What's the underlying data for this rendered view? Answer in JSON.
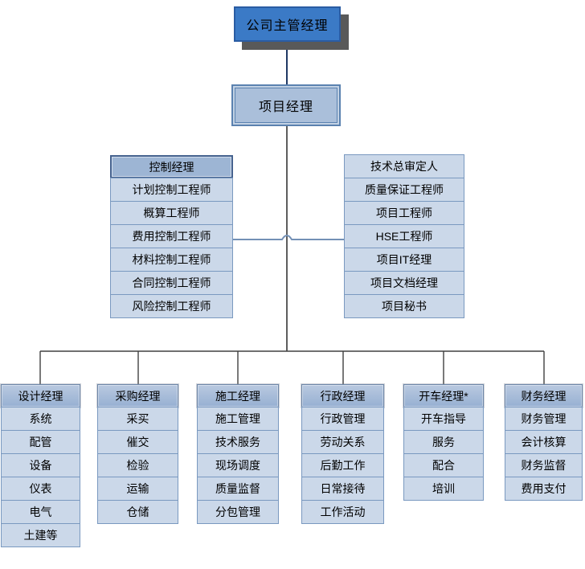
{
  "chart": {
    "top_manager": "公司主管经理",
    "project_manager": "项目经理",
    "control": {
      "header": "控制经理",
      "items": [
        "计划控制工程师",
        "概算工程师",
        "费用控制工程师",
        "材料控制工程师",
        "合同控制工程师",
        "风险控制工程师"
      ]
    },
    "staff": {
      "items": [
        "技术总审定人",
        "质量保证工程师",
        "项目工程师",
        "HSE工程师",
        "项目IT经理",
        "项目文档经理",
        "项目秘书"
      ]
    },
    "departments": [
      {
        "header": "设计经理",
        "items": [
          "系统",
          "配管",
          "设备",
          "仪表",
          "电气",
          "土建等"
        ]
      },
      {
        "header": "采购经理",
        "items": [
          "采买",
          "催交",
          "检验",
          "运输",
          "仓储"
        ]
      },
      {
        "header": "施工经理",
        "items": [
          "施工管理",
          "技术服务",
          "现场调度",
          "质量监督",
          "分包管理"
        ]
      },
      {
        "header": "行政经理",
        "items": [
          "行政管理",
          "劳动关系",
          "后勤工作",
          "日常接待",
          "工作活动"
        ]
      },
      {
        "header": "开车经理*",
        "items": [
          "开车指导",
          "服务",
          "配合",
          "培训"
        ]
      },
      {
        "header": "财务经理",
        "items": [
          "财务管理",
          "会计核算",
          "财务监督",
          "费用支付"
        ]
      }
    ]
  },
  "colors": {
    "top-fill": "#3b7ac6",
    "top-border": "#2a5ca3",
    "top-shadow": "#595959",
    "pm-fill": "#aabfda",
    "pm-border": "#5b82b0",
    "header-fill-top": "#b9c9e0",
    "header-fill-bottom": "#97b0d2",
    "header-border": "#6e87a8",
    "control-header-fill": "#9db5d4",
    "control-header-border": "#45628f",
    "cell-fill": "#cbd8e9",
    "cell-border": "#7a99c0",
    "connector-blue": "#7390b6",
    "connector-dark": "#404040",
    "connector-navy": "#1f3864"
  }
}
